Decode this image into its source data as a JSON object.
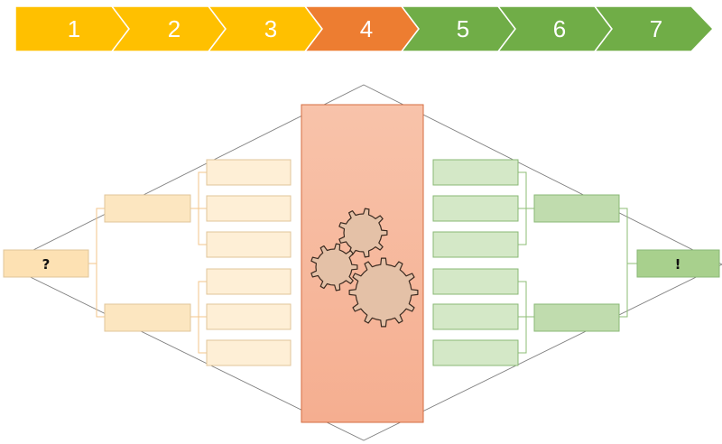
{
  "process_steps": [
    {
      "label": "1",
      "color": "#FFC000"
    },
    {
      "label": "2",
      "color": "#FFC000"
    },
    {
      "label": "3",
      "color": "#FFC000"
    },
    {
      "label": "4",
      "color": "#ED7D31"
    },
    {
      "label": "5",
      "color": "#70AD47"
    },
    {
      "label": "6",
      "color": "#70AD47"
    },
    {
      "label": "7",
      "color": "#70AD47"
    }
  ],
  "diagram": {
    "start_label": "?",
    "end_label": "!",
    "left_colors": {
      "level1": "#FDE1B3",
      "level2": "#FCE6C0",
      "level3": "#FEEFD6",
      "stroke": "#E0C59A",
      "connector": "#F3C58A"
    },
    "center_colors": {
      "panel": "#F5AE90",
      "panel_light": "#F8C3AA",
      "panel_stroke": "#D56C40",
      "gear_fill": "#E4C1A7",
      "gear_stroke": "#3A2A20"
    },
    "right_colors": {
      "level1": "#A8D08D",
      "level2": "#C0DCAE",
      "level3": "#D4E8C7",
      "stroke": "#8AB876",
      "connector": "#8DBD74"
    }
  }
}
